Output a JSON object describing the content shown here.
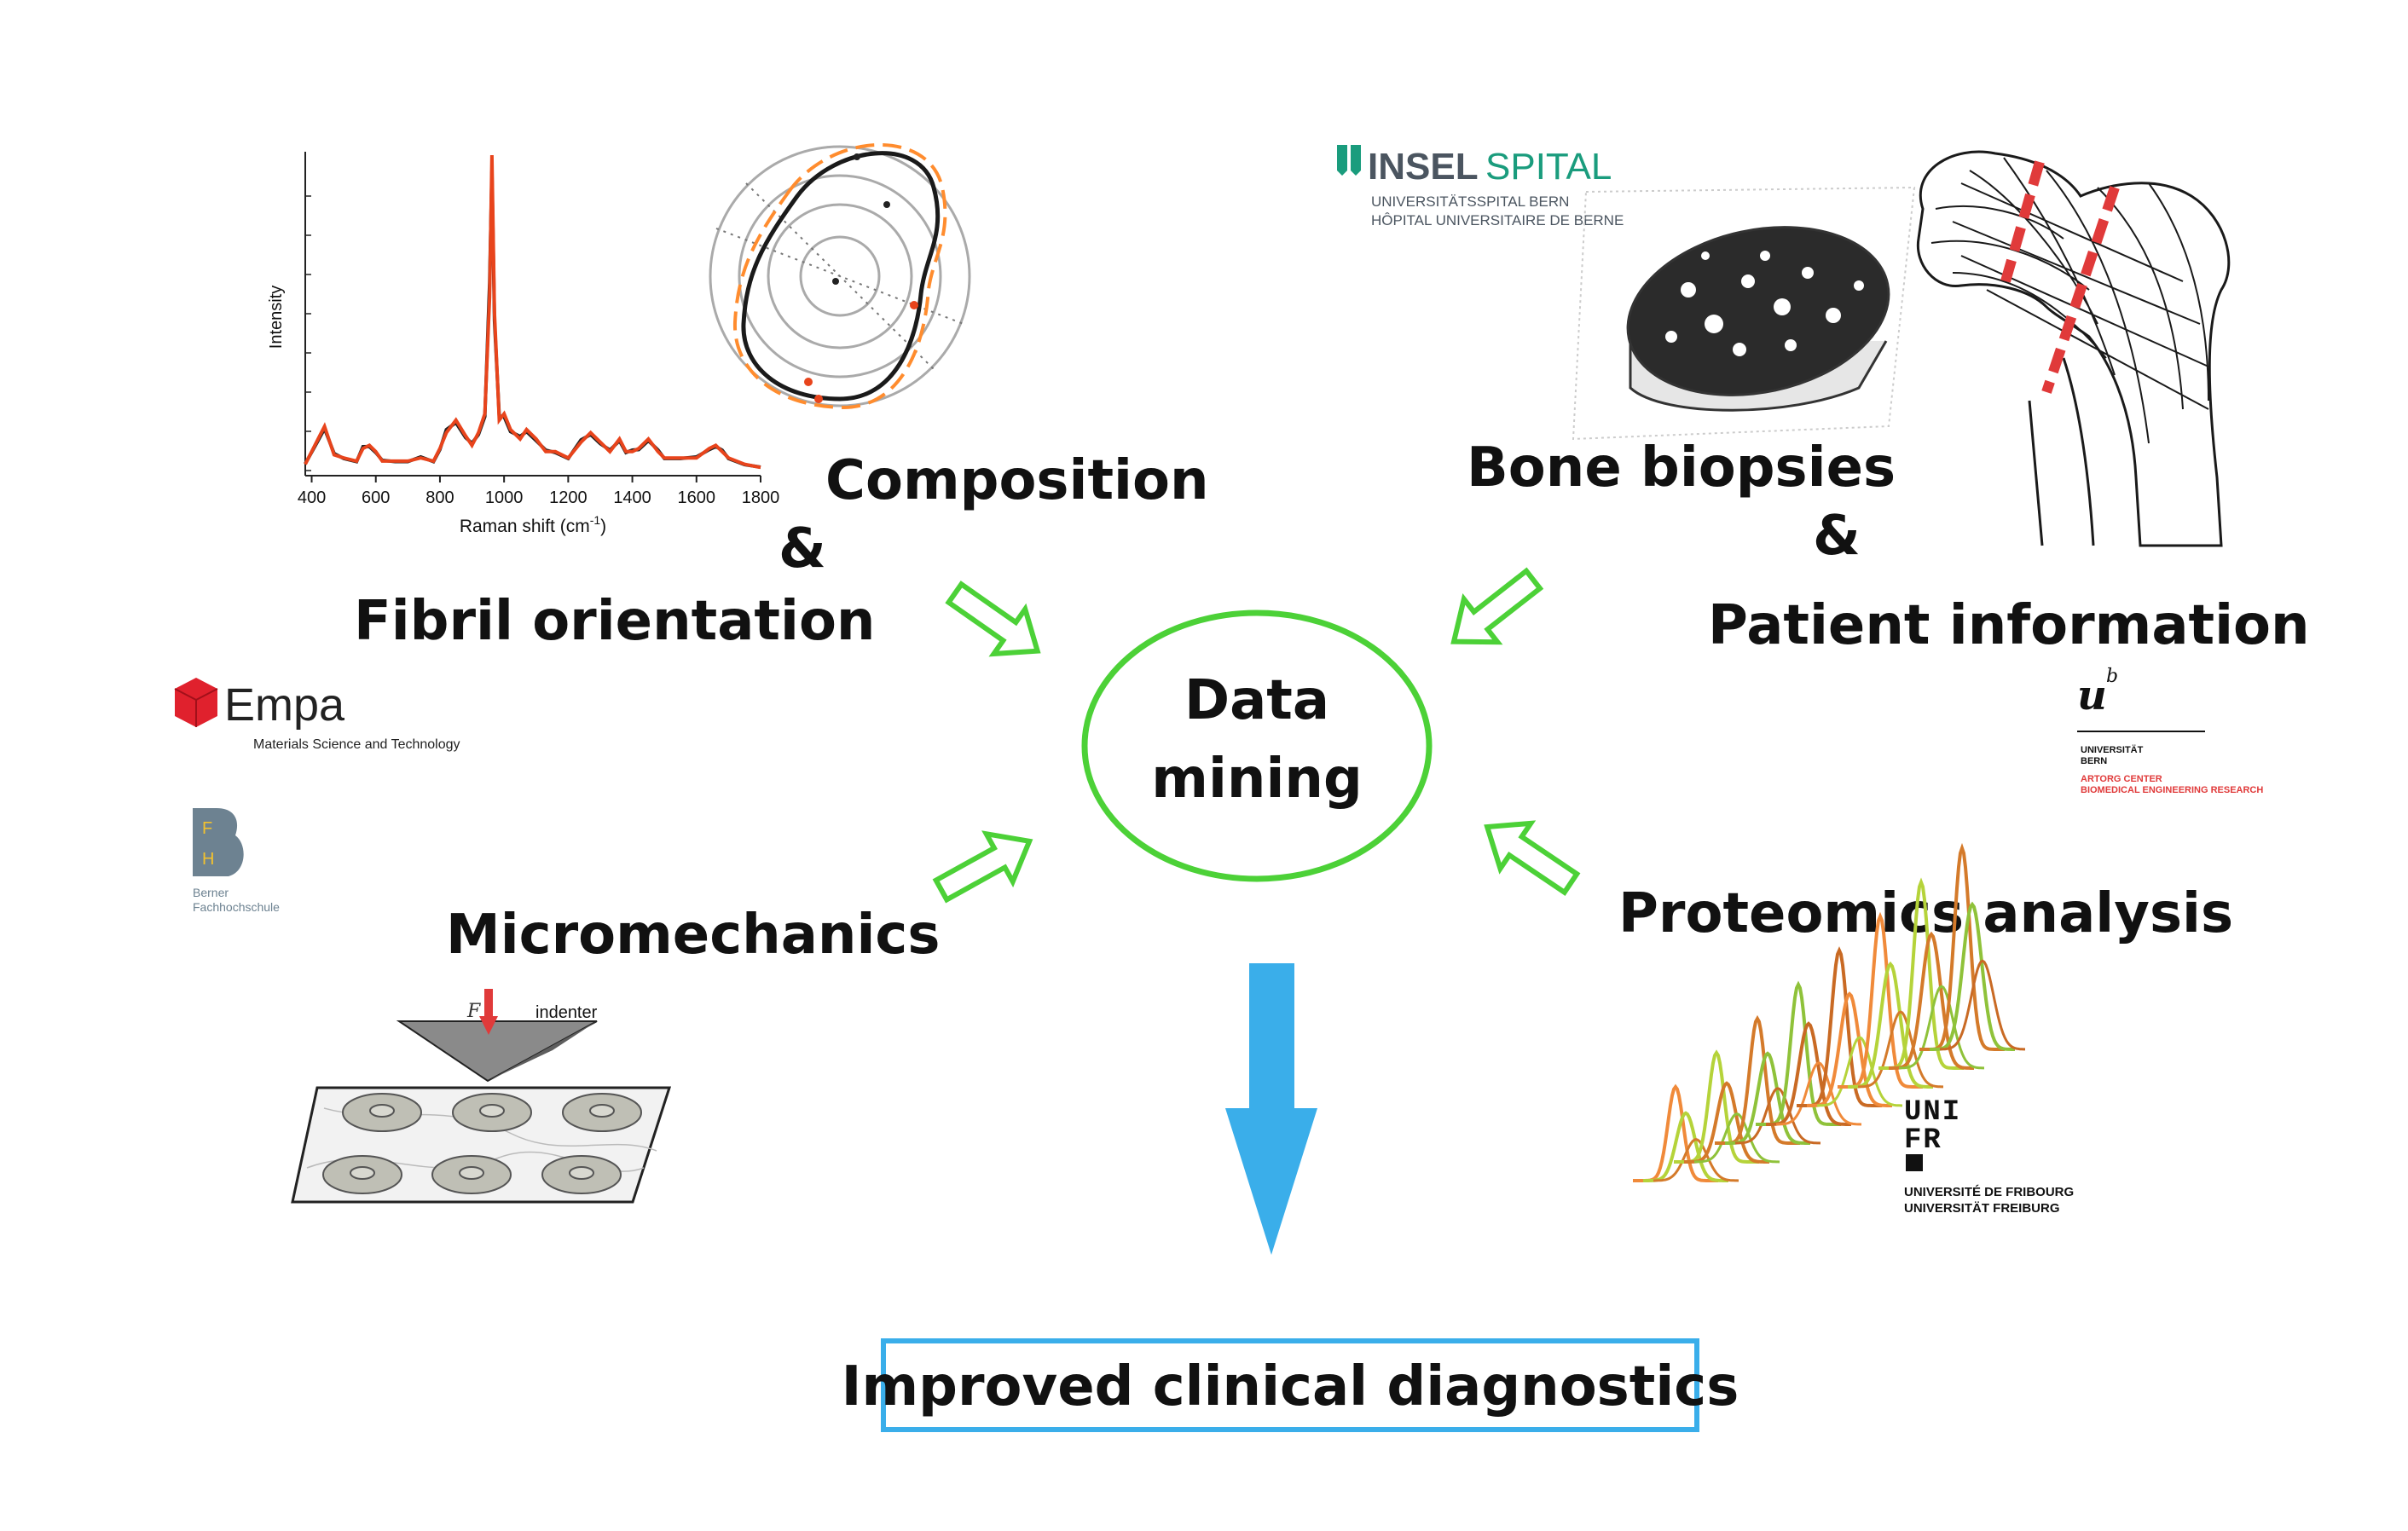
{
  "center": {
    "line1": "Data",
    "line2": "mining"
  },
  "inputs": {
    "composition": "Composition",
    "amp1": "&",
    "fibril": "Fibril orientation",
    "bone": "Bone biopsies",
    "amp2": "&",
    "patient": "Patient information",
    "micro": "Micromechanics",
    "proteomics": "Proteomics analysis"
  },
  "output": "Improved clinical diagnostics",
  "logos": {
    "insel_a": "INSEL",
    "insel_b": "SPITAL",
    "insel_sub1": "UNIVERSITÄTSSPITAL BERN",
    "insel_sub2": "HÔPITAL UNIVERSITAIRE DE BERNE",
    "empa": "Empa",
    "empa_sub": "Materials Science and Technology",
    "bfh_f": "F",
    "bfh_h": "H",
    "bfh_sub1": "Berner",
    "bfh_sub2": "Fachhochschule",
    "unibe_sub1": "UNIVERSITÄT",
    "unibe_sub2": "BERN",
    "artorg1": "ARTORG CENTER",
    "artorg2": "BIOMEDICAL ENGINEERING RESEARCH",
    "unifr_1": "UNI",
    "unifr_2": "FR",
    "unifr_sub1": "UNIVERSITÉ DE FRIBOURG",
    "unifr_sub2": "UNIVERSITÄT FREIBURG"
  },
  "indenter_label": "indenter",
  "force_label": "F",
  "colors": {
    "green": "#4cd137",
    "blue": "#3aaeea",
    "red_spectrum": "#e8441c",
    "fracture_red": "#e03a3a"
  },
  "chart_data": {
    "type": "line",
    "xlabel": "Raman shift (cm",
    "xlabel_sup": "-1",
    "xlabel_end": ")",
    "ylabel": "Intensity",
    "xlim": [
      380,
      1800
    ],
    "x_ticks": [
      "400",
      "600",
      "800",
      "1000",
      "1200",
      "1400",
      "1600",
      "1800"
    ],
    "series": [
      {
        "x": [
          380,
          420,
          440,
          470,
          500,
          540,
          560,
          580,
          600,
          620,
          660,
          700,
          740,
          780,
          800,
          820,
          850,
          880,
          900,
          920,
          940,
          955,
          962,
          970,
          985,
          1000,
          1020,
          1050,
          1070,
          1100,
          1130,
          1160,
          1200,
          1240,
          1270,
          1300,
          1330,
          1360,
          1380,
          1400,
          1420,
          1450,
          1480,
          1500,
          1550,
          1600,
          1640,
          1660,
          1680,
          1700,
          1750,
          1800
        ],
        "y": [
          0.02,
          0.1,
          0.14,
          0.05,
          0.04,
          0.03,
          0.07,
          0.08,
          0.06,
          0.03,
          0.03,
          0.03,
          0.04,
          0.03,
          0.07,
          0.12,
          0.16,
          0.11,
          0.08,
          0.12,
          0.18,
          0.55,
          1.0,
          0.5,
          0.16,
          0.18,
          0.13,
          0.1,
          0.13,
          0.1,
          0.06,
          0.06,
          0.04,
          0.09,
          0.12,
          0.09,
          0.06,
          0.1,
          0.06,
          0.06,
          0.07,
          0.1,
          0.06,
          0.04,
          0.04,
          0.04,
          0.07,
          0.08,
          0.06,
          0.04,
          0.02,
          0.01
        ]
      }
    ]
  }
}
